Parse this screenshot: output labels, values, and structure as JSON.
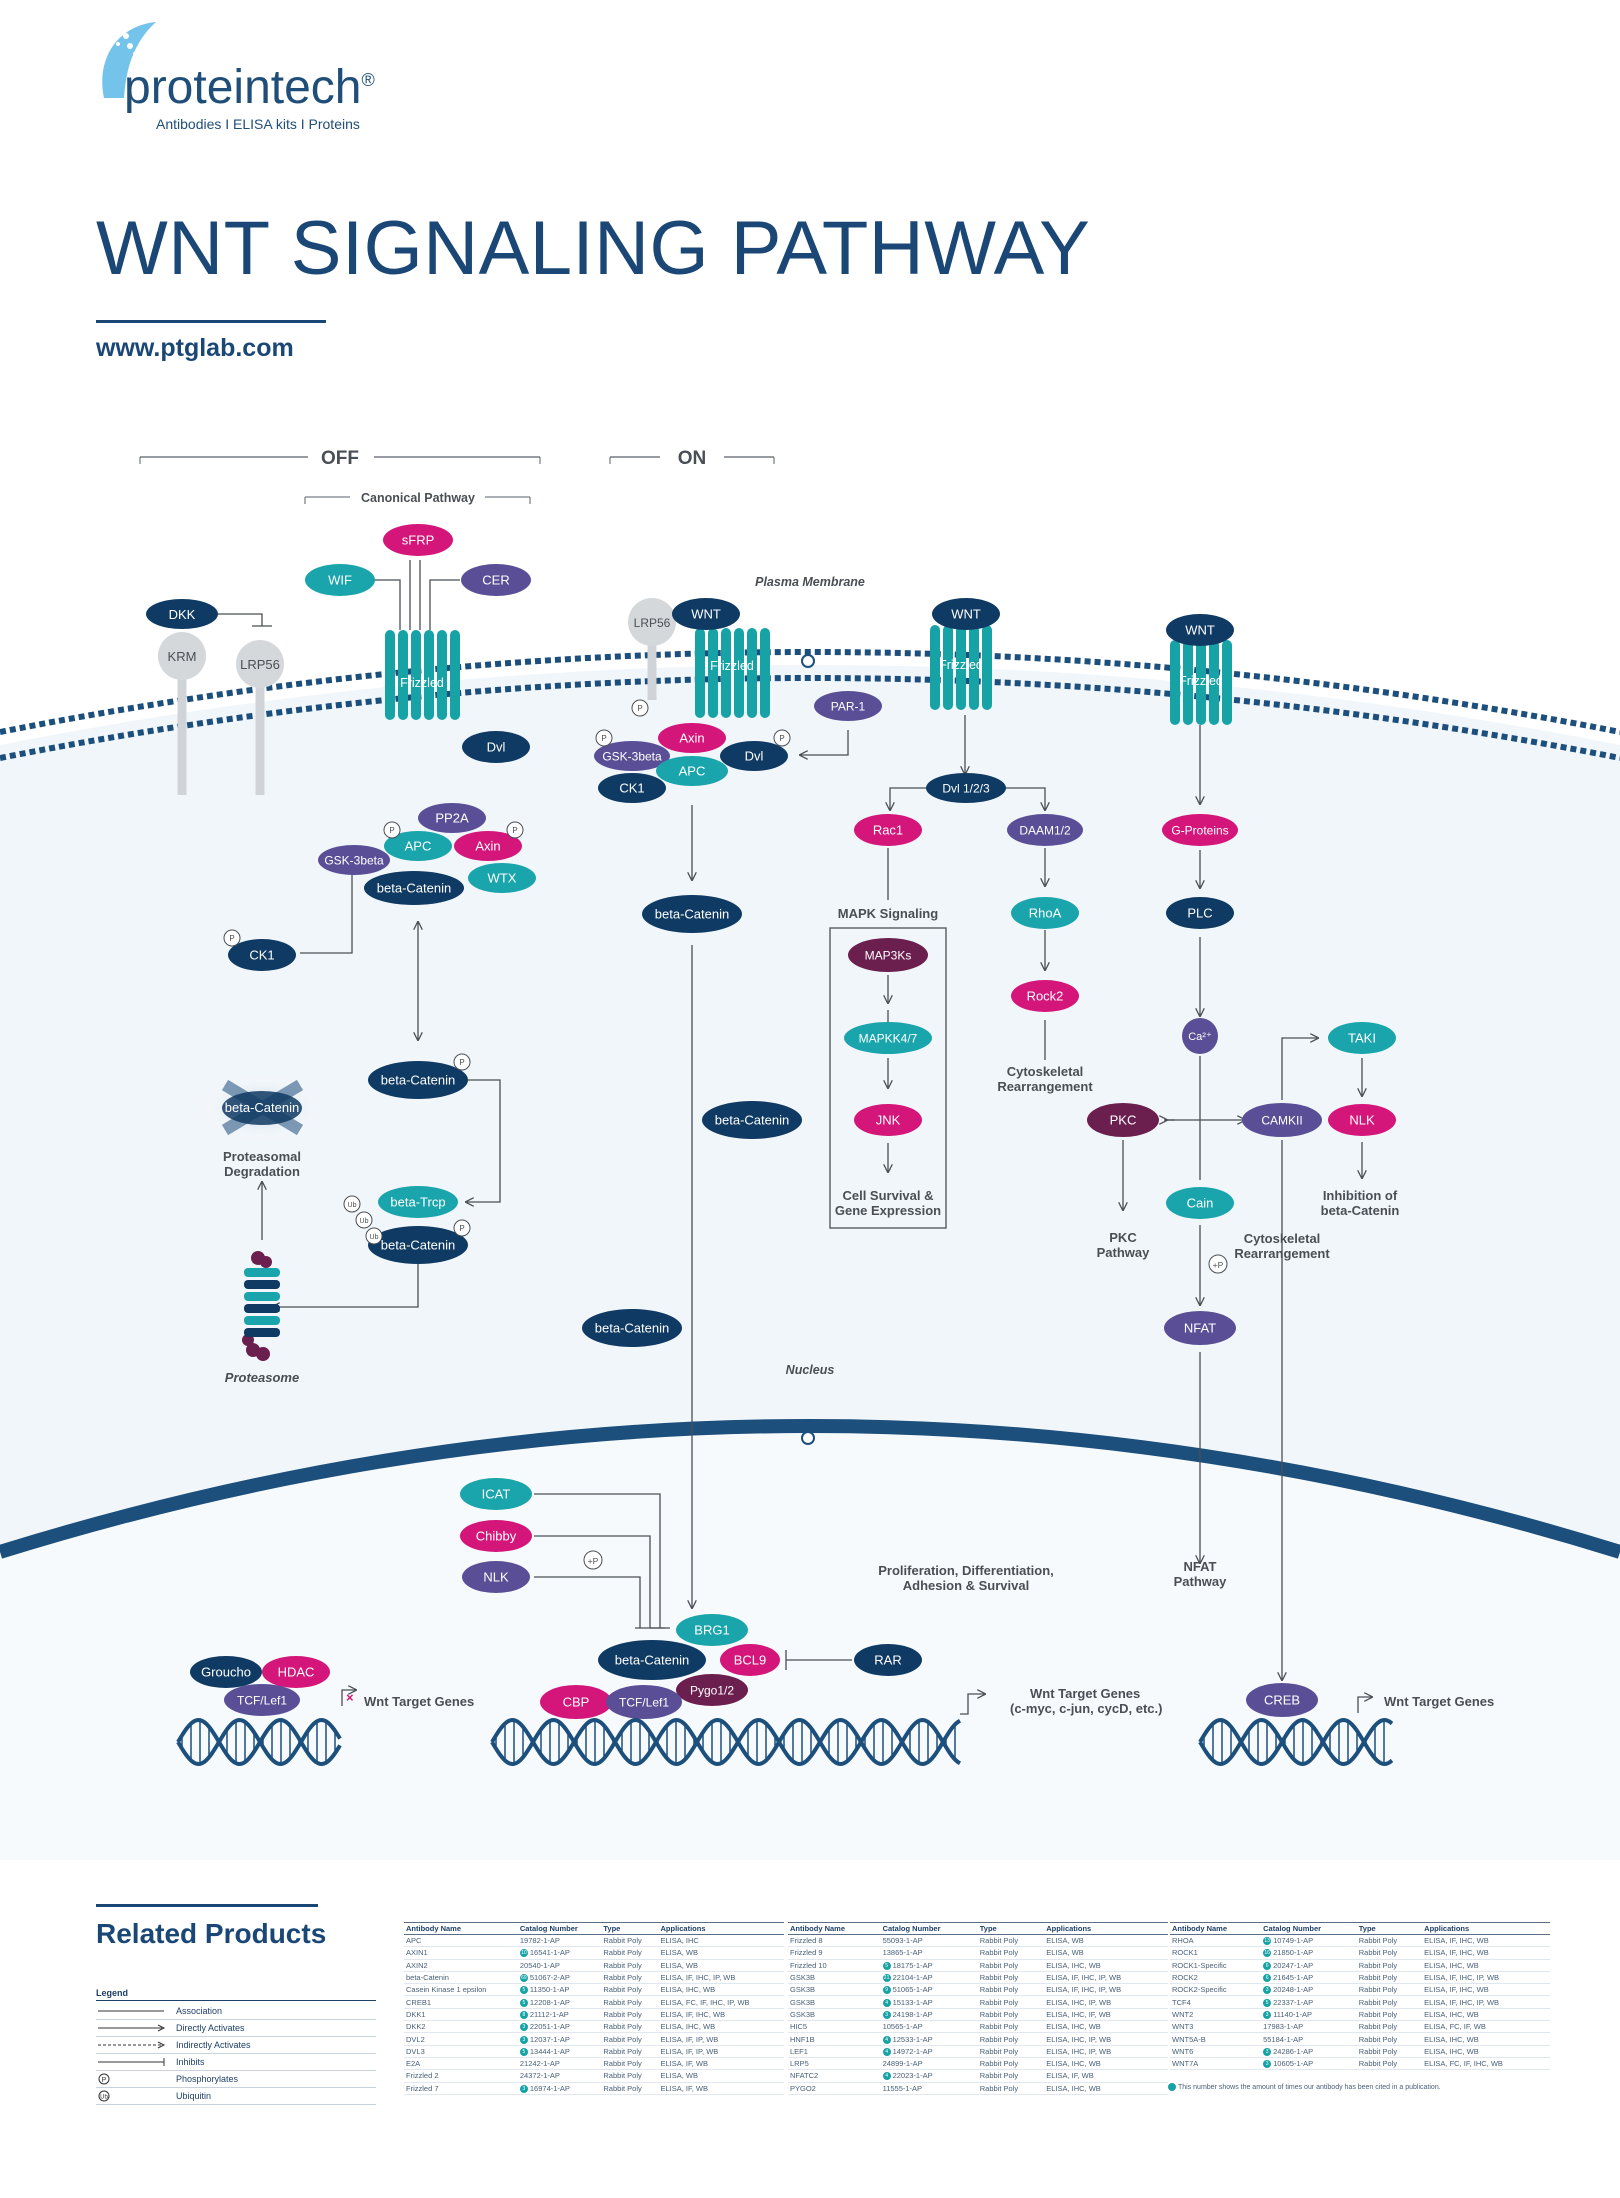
{
  "brand": {
    "name": "proteintech",
    "reg": "®",
    "tagline": "Antibodies  I  ELISA kits  I  Proteins"
  },
  "header": {
    "title": "WNT SIGNALING PATHWAY",
    "url": "www.ptglab.com"
  },
  "labels": {
    "off": "OFF",
    "on": "ON",
    "canonical": "Canonical Pathway",
    "plasma_membrane": "Plasma Membrane",
    "nucleus": "Nucleus",
    "mapk_signaling": "MAPK Signaling",
    "proteasome": "Proteasome",
    "prolif_1": "Proliferation, Differentiation,",
    "prolif_2": "Adhesion & Survival",
    "cell_survival_1": "Cell Survival &",
    "cell_survival_2": "Gene Expression",
    "cyto1_1": "Cytoskeletal",
    "cyto1_2": "Rearrangement",
    "cyto2_1": "Cytoskeletal",
    "cyto2_2": "Rearrangement",
    "inhib_1": "Inhibition of",
    "inhib_2": "beta-Catenin",
    "pkc_path_1": "PKC",
    "pkc_path_2": "Pathway",
    "nfat_path_1": "NFAT",
    "nfat_path_2": "Pathway",
    "degr_1": "Proteasomal",
    "degr_2": "Degradation",
    "wnt_targets_left": "Wnt Target Genes",
    "wnt_targets_mid_1": "Wnt Target Genes",
    "wnt_targets_mid_2": "(c-myc, c-jun, cycD, etc.)",
    "wnt_targets_right": "Wnt Target Genes",
    "plus_p": "+P"
  },
  "nodes": {
    "sfrp": "sFRP",
    "wif": "WIF",
    "cer": "CER",
    "dkk": "DKK",
    "krm": "KRM",
    "lrp56_off": "LRP56",
    "frizzled": "Frizzled",
    "dvl_off": "Dvl",
    "pp2a": "PP2A",
    "apc_off": "APC",
    "axin_off": "Axin",
    "gsk_off": "GSK-3beta",
    "bcat_off": "beta-Catenin",
    "wtx": "WTX",
    "ck1_off": "CK1",
    "bcat_p": "beta-Catenin",
    "bcat_degraded": "beta-Catenin",
    "btrcp": "beta-Trcp",
    "bcat_ub": "beta-Catenin",
    "lrp56_on": "LRP56",
    "wnt": "WNT",
    "axin_on": "Axin",
    "gsk_on": "GSK-3beta",
    "apc_on": "APC",
    "dvl_on": "Dvl",
    "ck1_on": "CK1",
    "par1": "PAR-1",
    "bcat_on1": "beta-Catenin",
    "bcat_on2": "beta-Catenin",
    "bcat_on3": "beta-Catenin",
    "dvl123": "Dvl 1/2/3",
    "rac1": "Rac1",
    "daam": "DAAM1/2",
    "map3ks": "MAP3Ks",
    "mapkk": "MAPKK4/7",
    "jnk": "JNK",
    "rhoa": "RhoA",
    "rock2": "Rock2",
    "gproteins": "G-Proteins",
    "plc": "PLC",
    "ca": "Ca²⁺",
    "pkc": "PKC",
    "camkii": "CAMKII",
    "taki": "TAKI",
    "nlk": "NLK",
    "cain": "Cain",
    "nfat": "NFAT",
    "icat": "ICAT",
    "chibby": "Chibby",
    "nlk_nuc": "NLK",
    "brg1": "BRG1",
    "bcat_nuc": "beta-Catenin",
    "bcl9": "BCL9",
    "pygo": "Pygo1/2",
    "cbp": "CBP",
    "tcf_mid": "TCF/Lef1",
    "rar": "RAR",
    "groucho": "Groucho",
    "hdac": "HDAC",
    "tcf_left": "TCF/Lef1",
    "creb": "CREB",
    "p": "P",
    "ub": "Ub"
  },
  "colors": {
    "navy": "#0f3a63",
    "teal": "#19a5ab",
    "magenta": "#d4157a",
    "purple": "#5a4f96",
    "maroon": "#6b1f4f",
    "grey": "#d5d8db",
    "membrane": "#1c4f7c",
    "cytoplasm": "#f1f6fa"
  },
  "related": {
    "title": "Related Products"
  },
  "legend": {
    "title": "Legend",
    "items": [
      "Association",
      "Directly Activates",
      "Indirectly Activates",
      "Inhibits",
      "Phosphorylates",
      "Ubiquitin"
    ]
  },
  "tables": {
    "headers": [
      "Antibody Name",
      "Catalog Number",
      "Type",
      "Applications"
    ],
    "t1": [
      [
        "APC",
        "",
        "19782-1-AP",
        "Rabbit Poly",
        "ELISA, IHC"
      ],
      [
        "AXIN1",
        "10",
        "16541-1-AP",
        "Rabbit Poly",
        "ELISA, WB"
      ],
      [
        "AXIN2",
        "",
        "20540-1-AP",
        "Rabbit Poly",
        "ELISA, WB"
      ],
      [
        "beta-Catenin",
        "69",
        "51067-2-AP",
        "Rabbit Poly",
        "ELISA, IF, IHC, IP, WB"
      ],
      [
        "Casein Kinase 1 epsilon",
        "5",
        "11350-1-AP",
        "Rabbit Poly",
        "ELISA, IHC, WB"
      ],
      [
        "CREB1",
        "5",
        "12208-1-AP",
        "Rabbit Poly",
        "ELISA, FC, IF, IHC, IP, WB"
      ],
      [
        "DKK1",
        "8",
        "21112-1-AP",
        "Rabbit Poly",
        "ELISA, IF, IHC, WB"
      ],
      [
        "DKK2",
        "3",
        "22051-1-AP",
        "Rabbit Poly",
        "ELISA, IHC, WB"
      ],
      [
        "DVL2",
        "3",
        "12037-1-AP",
        "Rabbit Poly",
        "ELISA, IF, IP, WB"
      ],
      [
        "DVL3",
        "5",
        "13444-1-AP",
        "Rabbit Poly",
        "ELISA, IF, IP, WB"
      ],
      [
        "E2A",
        "",
        "21242-1-AP",
        "Rabbit Poly",
        "ELISA, IF, WB"
      ],
      [
        "Frizzled 2",
        "",
        "24372-1-AP",
        "Rabbit Poly",
        "ELISA, WB"
      ],
      [
        "Frizzled 7",
        "3",
        "16974-1-AP",
        "Rabbit Poly",
        "ELISA, IF, WB"
      ]
    ],
    "t2": [
      [
        "Frizzled 8",
        "",
        "55093-1-AP",
        "Rabbit Poly",
        "ELISA, WB"
      ],
      [
        "Frizzled 9",
        "",
        "13865-1-AP",
        "Rabbit Poly",
        "ELISA, WB"
      ],
      [
        "Frizzled 10",
        "5",
        "18175-1-AP",
        "Rabbit Poly",
        "ELISA, IHC, WB"
      ],
      [
        "GSK3B",
        "21",
        "22104-1-AP",
        "Rabbit Poly",
        "ELISA, IF, IHC, IP, WB"
      ],
      [
        "GSK3B",
        "9",
        "51065-1-AP",
        "Rabbit Poly",
        "ELISA, IF, IHC, IP, WB"
      ],
      [
        "GSK3B",
        "4",
        "15133-1-AP",
        "Rabbit Poly",
        "ELISA, IHC, IP, WB"
      ],
      [
        "GSK3B",
        "3",
        "24198-1-AP",
        "Rabbit Poly",
        "ELISA, IHC, IF, WB"
      ],
      [
        "HIC5",
        "",
        "10565-1-AP",
        "Rabbit Poly",
        "ELISA, IHC, WB"
      ],
      [
        "HNF1B",
        "4",
        "12533-1-AP",
        "Rabbit Poly",
        "ELISA, IHC, IP, WB"
      ],
      [
        "LEF1",
        "4",
        "14972-1-AP",
        "Rabbit Poly",
        "ELISA, IHC, IP, WB"
      ],
      [
        "LRP5",
        "",
        "24899-1-AP",
        "Rabbit Poly",
        "ELISA, IHC, WB"
      ],
      [
        "NFATC2",
        "4",
        "22023-1-AP",
        "Rabbit Poly",
        "ELISA, IF, WB"
      ],
      [
        "PYGO2",
        "",
        "11555-1-AP",
        "Rabbit Poly",
        "ELISA, IHC, WB"
      ]
    ],
    "t3": [
      [
        "RHOA",
        "13",
        "10749-1-AP",
        "Rabbit Poly",
        "ELISA, IF, IHC, WB"
      ],
      [
        "ROCK1",
        "16",
        "21850-1-AP",
        "Rabbit Poly",
        "ELISA, IF, IHC, WB"
      ],
      [
        "ROCK1-Specific",
        "6",
        "20247-1-AP",
        "Rabbit Poly",
        "ELISA, IHC, WB"
      ],
      [
        "ROCK2",
        "6",
        "21645-1-AP",
        "Rabbit Poly",
        "ELISA, IF, IHC, IP, WB"
      ],
      [
        "ROCK2-Specific",
        "3",
        "20248-1-AP",
        "Rabbit Poly",
        "ELISA, IF, IHC, WB"
      ],
      [
        "TCF4",
        "5",
        "22337-1-AP",
        "Rabbit Poly",
        "ELISA, IF, IHC, IP, WB"
      ],
      [
        "WNT2",
        "3",
        "11140-1-AP",
        "Rabbit Poly",
        "ELISA, IHC, WB"
      ],
      [
        "WNT3",
        "",
        "17983-1-AP",
        "Rabbit Poly",
        "ELISA, FC, IF, WB"
      ],
      [
        "WNT5A-B",
        "",
        "55184-1-AP",
        "Rabbit Poly",
        "ELISA, IHC, WB"
      ],
      [
        "WNT6",
        "3",
        "24286-1-AP",
        "Rabbit Poly",
        "ELISA, IHC, WB"
      ],
      [
        "WNT7A",
        "3",
        "10605-1-AP",
        "Rabbit Poly",
        "ELISA, FC, IF, IHC, WB"
      ]
    ],
    "footnote": "This number shows the amount of times our antibody has been cited in a publication."
  }
}
